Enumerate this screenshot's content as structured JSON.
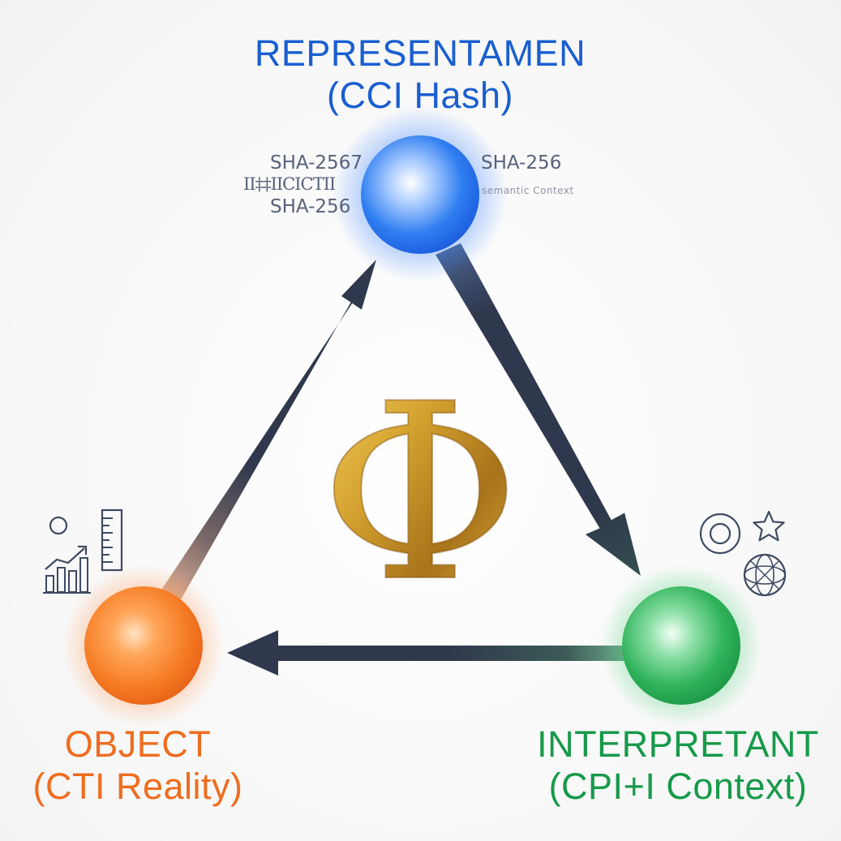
{
  "nodes": {
    "representamen": {
      "title": "REPRESENTAMEN",
      "subtitle": "(CCI Hash)",
      "color": "#1a5fd0",
      "hash_labels": [
        "SHA-2567",
        "II‡‡IICICTII",
        "SHA-256",
        "SHA-256"
      ],
      "semantic_label": "semantic Context"
    },
    "object": {
      "title": "OBJECT",
      "subtitle": "(CTI Reality)",
      "color": "#ee6d1f"
    },
    "interpretant": {
      "title": "INTERPRETANT",
      "subtitle": "(CPI+I Context)",
      "color": "#179a4a"
    }
  },
  "center_symbol": "Φ",
  "center_symbol_color": "#c48f1c",
  "arrow_color": "#2f384c",
  "icons": {
    "object": [
      "circle-icon",
      "ruler-icon",
      "growth-chart-icon"
    ],
    "interpretant": [
      "target-icon",
      "star-icon",
      "globe-icon"
    ]
  }
}
